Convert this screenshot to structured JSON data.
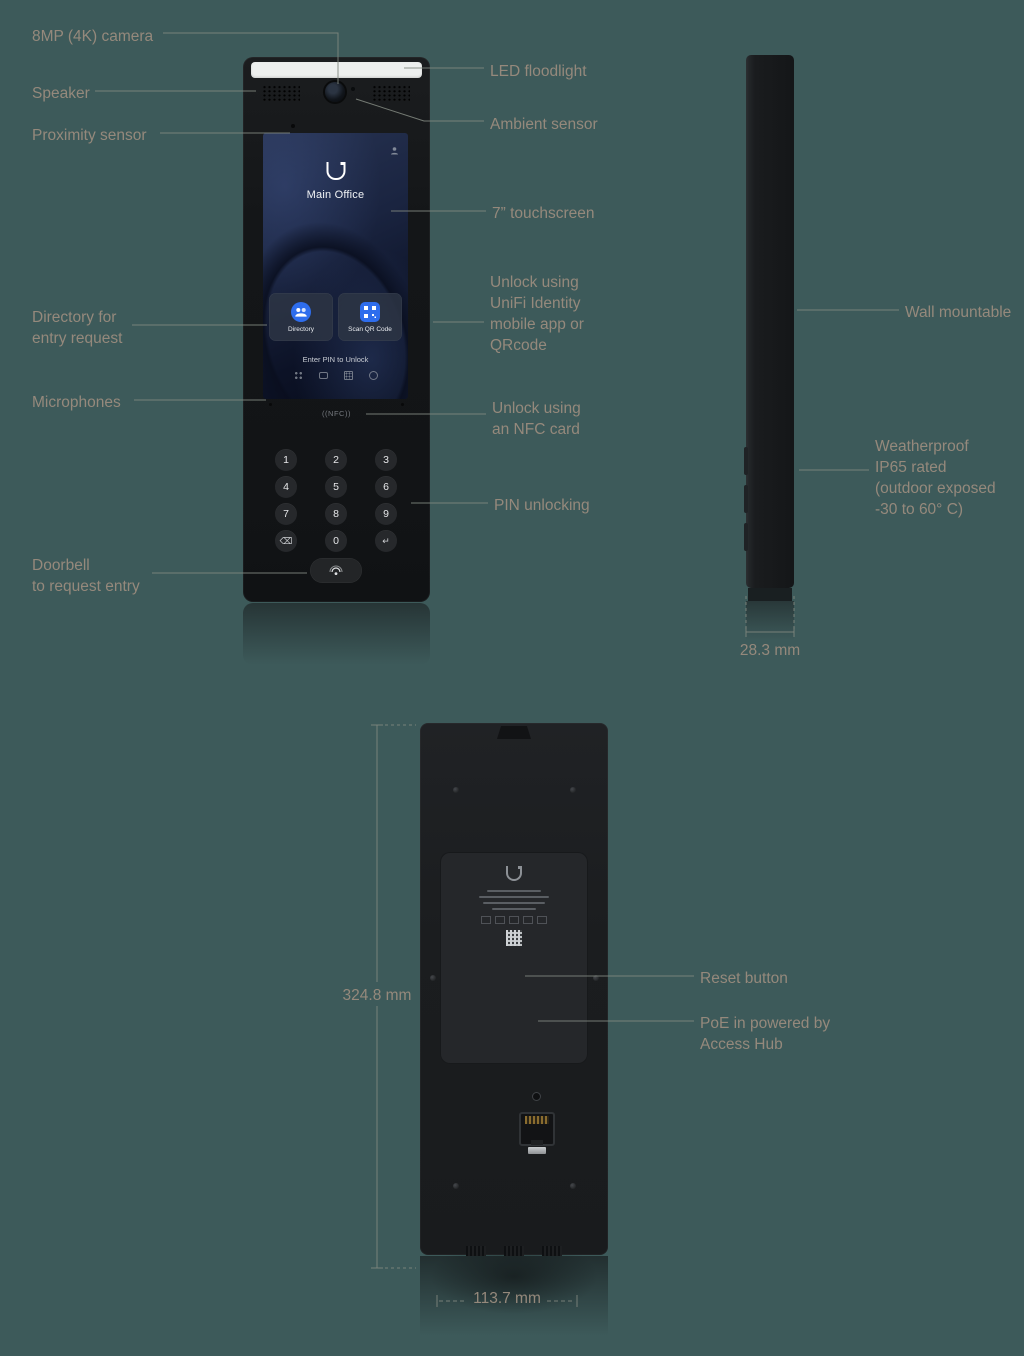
{
  "colors": {
    "background": "#3d5a5a",
    "label_text": "#95897c",
    "callout_line": "#7e857d",
    "accent_blue": "#2e6ded",
    "led_bar": "#edefee"
  },
  "front": {
    "screen": {
      "title": "Main Office",
      "buttons": [
        {
          "label": "Directory"
        },
        {
          "label": "Scan QR Code"
        }
      ],
      "pin_hint": "Enter PIN to Unlock"
    },
    "nfc_text": "((NFC))",
    "keypad": [
      "1",
      "2",
      "3",
      "4",
      "5",
      "6",
      "7",
      "8",
      "9",
      "⌫",
      "0",
      "↵"
    ]
  },
  "callouts": {
    "camera": "8MP (4K) camera",
    "speaker": "Speaker",
    "proximity_sensor": "Proximity sensor",
    "led_floodlight": "LED floodlight",
    "ambient_sensor": "Ambient sensor",
    "touchscreen": "7” touchscreen",
    "directory": "Directory for\nentry request",
    "unlock_app": "Unlock using\nUniFi Identity\nmobile app or\nQRcode",
    "microphones": "Microphones",
    "unlock_nfc": "Unlock using\nan NFC card",
    "pin_unlocking": "PIN unlocking",
    "doorbell": "Doorbell\nto request entry",
    "wall_mountable": "Wall mountable",
    "weatherproof": "Weatherproof\nIP65 rated\n(outdoor exposed\n-30 to 60° C)",
    "reset_button": "Reset button",
    "poe": "PoE in powered by\nAccess Hub"
  },
  "dimensions": {
    "depth": "28.3 mm",
    "height": "324.8 mm",
    "width": "113.7 mm"
  }
}
